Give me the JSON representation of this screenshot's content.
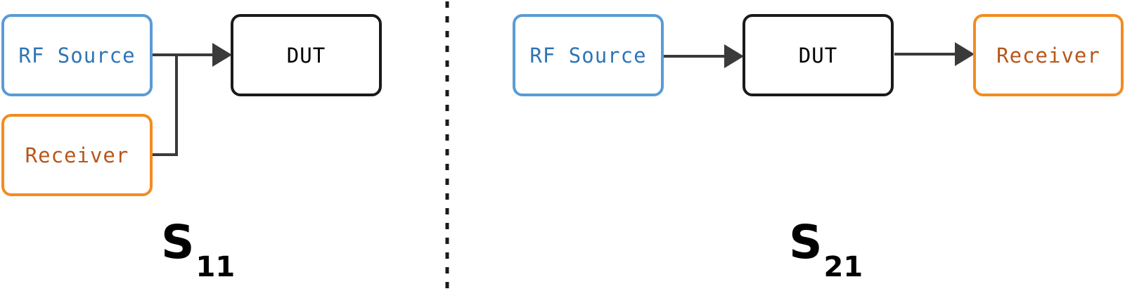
{
  "s11": {
    "source_label": "RF Source",
    "receiver_label": "Receiver",
    "dut_label": "DUT",
    "param_symbol": "S",
    "param_subscript": "11"
  },
  "s21": {
    "source_label": "RF Source",
    "dut_label": "DUT",
    "receiver_label": "Receiver",
    "param_symbol": "S",
    "param_subscript": "21"
  },
  "colors": {
    "source_border": "#5b9bd5",
    "source_text": "#2e75b6",
    "receiver_border": "#f28c1f",
    "receiver_text": "#b8561a",
    "dut_border": "#1a1a1a",
    "connector": "#3a3a3a",
    "divider": "#1a1a1a"
  }
}
